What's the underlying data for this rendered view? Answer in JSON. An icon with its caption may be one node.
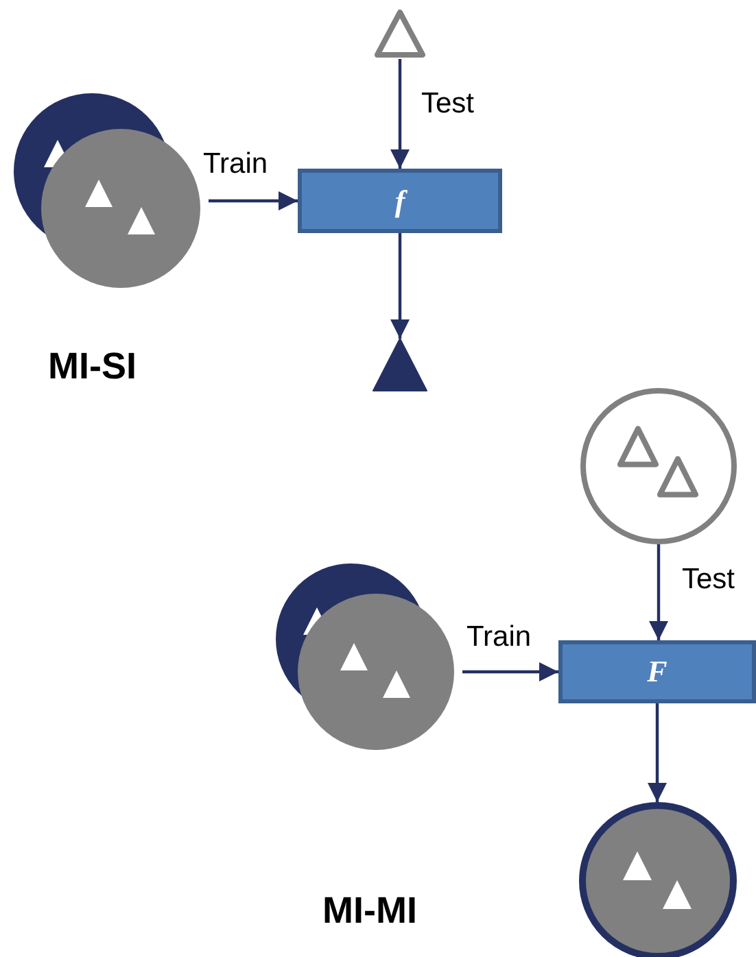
{
  "diagram": {
    "nodes": [
      {
        "text": [],
        "shape": "triangle"
      },
      {
        "text": [],
        "shape": "circle"
      },
      {
        "text": [
          "f"
        ]
      },
      {
        "text": [],
        "shape": "triangle"
      },
      {
        "text": [],
        "shape": "circle"
      },
      {
        "text": [],
        "shape": "circle"
      },
      {
        "text": [
          "F"
        ]
      },
      {
        "text": [],
        "shape": "circle"
      }
    ],
    "edges": [
      {
        "from": 1,
        "to": 2,
        "arrow": "to",
        "label": "Train"
      },
      {
        "from": 0,
        "to": 2,
        "arrow": "to",
        "label": "Test"
      },
      {
        "from": 2,
        "to": 3,
        "arrow": "to"
      },
      {
        "from": 5,
        "to": 6,
        "arrow": "to",
        "label": "Train"
      },
      {
        "from": 4,
        "to": 6,
        "arrow": "to",
        "label": "Test"
      },
      {
        "from": 6,
        "to": 7,
        "arrow": "to"
      }
    ],
    "labels": [
      "MI-SI",
      "MI-MI"
    ]
  }
}
